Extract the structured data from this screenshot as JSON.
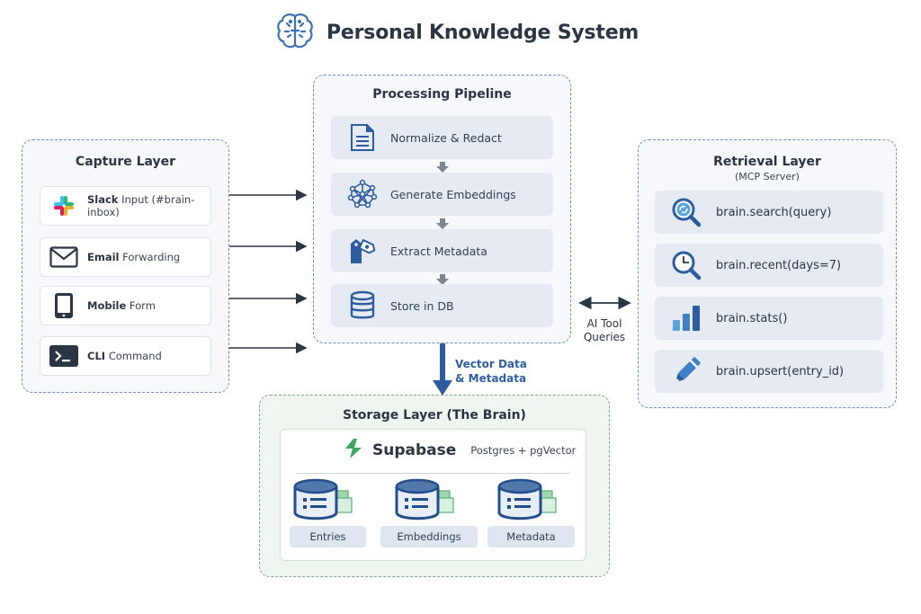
{
  "header": {
    "title": "Personal Knowledge System",
    "icon": "brain-icon"
  },
  "capture": {
    "title": "Capture Layer",
    "items": [
      {
        "bold": "Slack",
        "rest": " Input (#brain-inbox)",
        "icon": "slack-icon"
      },
      {
        "bold": "Email",
        "rest": " Forwarding",
        "icon": "envelope-icon"
      },
      {
        "bold": "Mobile",
        "rest": " Form",
        "icon": "tablet-icon"
      },
      {
        "bold": "CLI",
        "rest": " Command",
        "icon": "terminal-icon"
      }
    ]
  },
  "pipeline": {
    "title": "Processing Pipeline",
    "steps": [
      {
        "label": "Normalize & Redact",
        "icon": "document-icon"
      },
      {
        "label": "Generate Embeddings",
        "icon": "network-icon"
      },
      {
        "label": "Extract Metadata",
        "icon": "tags-icon"
      },
      {
        "label": "Store in DB",
        "icon": "database-icon"
      }
    ]
  },
  "connectors": {
    "ai_tool_queries": [
      "AI Tool",
      "Queries"
    ],
    "vector_data": [
      "Vector Data",
      "& Metadata"
    ]
  },
  "retrieval": {
    "title": "Retrieval Layer",
    "subtitle": "(MCP Server)",
    "items": [
      {
        "label": "brain.search(query)",
        "icon": "search-icon"
      },
      {
        "label": "brain.recent(days=7)",
        "icon": "clock-search-icon"
      },
      {
        "label": "brain.stats()",
        "icon": "bar-chart-icon"
      },
      {
        "label": "brain.upsert(entry_id)",
        "icon": "pencil-icon"
      }
    ]
  },
  "storage": {
    "title": "Storage Layer (The Brain)",
    "brand": "Supabase",
    "brand_sub": "Postgres + pgVector",
    "tables": [
      "Entries",
      "Embeddings",
      "Metadata"
    ]
  },
  "colors": {
    "primary_blue": "#2d5d9f",
    "dark_text": "#2b3543",
    "supabase_green": "#3ecf8e",
    "panel_border": "#6f8fbf",
    "storage_border": "#7fa88a"
  }
}
